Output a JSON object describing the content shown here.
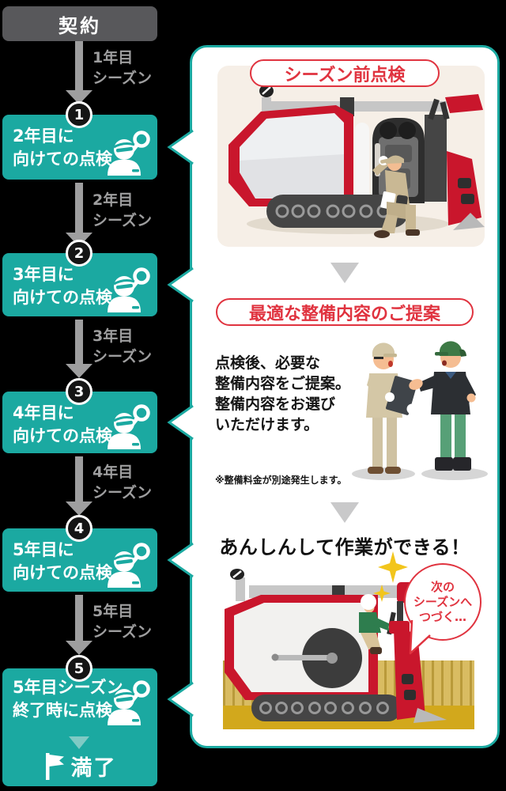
{
  "colors": {
    "background": "#000000",
    "teal": "#1BA9A1",
    "teal_light": "#7FCAC4",
    "accent_red": "#E0333F",
    "machine_red": "#C9162C",
    "contract_gray": "#58585B",
    "arrow_gray": "#9E9E9F",
    "card_beige": "#F6EFE7",
    "field_gold": "#D2A81C",
    "sparkle_yellow": "#F2C51C",
    "text_black": "#151515"
  },
  "icons": {
    "step_icon": "inspector-with-magnifier",
    "end_icon": "flag",
    "flow_arrow": "down-arrow",
    "panel_pointer": "left-speech-notch",
    "bubble_tail": "speech-tail",
    "sparkle": "four-point-star"
  },
  "timeline": {
    "start_label": "契約",
    "seasons": [
      {
        "l1": "1年目",
        "l2": "シーズン"
      },
      {
        "l1": "2年目",
        "l2": "シーズン"
      },
      {
        "l1": "3年目",
        "l2": "シーズン"
      },
      {
        "l1": "4年目",
        "l2": "シーズン"
      },
      {
        "l1": "5年目",
        "l2": "シーズン"
      }
    ],
    "steps": [
      {
        "num": "1",
        "l1": "2年目に",
        "l2": "向けての点検"
      },
      {
        "num": "2",
        "l1": "3年目に",
        "l2": "向けての点検"
      },
      {
        "num": "3",
        "l1": "4年目に",
        "l2": "向けての点検"
      },
      {
        "num": "4",
        "l1": "5年目に",
        "l2": "向けての点検"
      },
      {
        "num": "5",
        "l1": "5年目シーズン",
        "l2": "終了時に点検"
      }
    ],
    "end_label": "満了"
  },
  "panel": {
    "preseason": {
      "title": "シーズン前点検"
    },
    "proposal": {
      "title": "最適な整備内容のご提案",
      "body_l1": "点検後、必要な",
      "body_l2": "整備内容をご提案。",
      "body_l3": "整備内容をお選び",
      "body_l4": "いただけます。",
      "note": "※整備料金が別途発生します。"
    },
    "result": {
      "heading": "あんしんして作業ができる！",
      "bubble_l1": "次の",
      "bubble_l2": "シーズンへ",
      "bubble_l3": "つづく…"
    }
  }
}
